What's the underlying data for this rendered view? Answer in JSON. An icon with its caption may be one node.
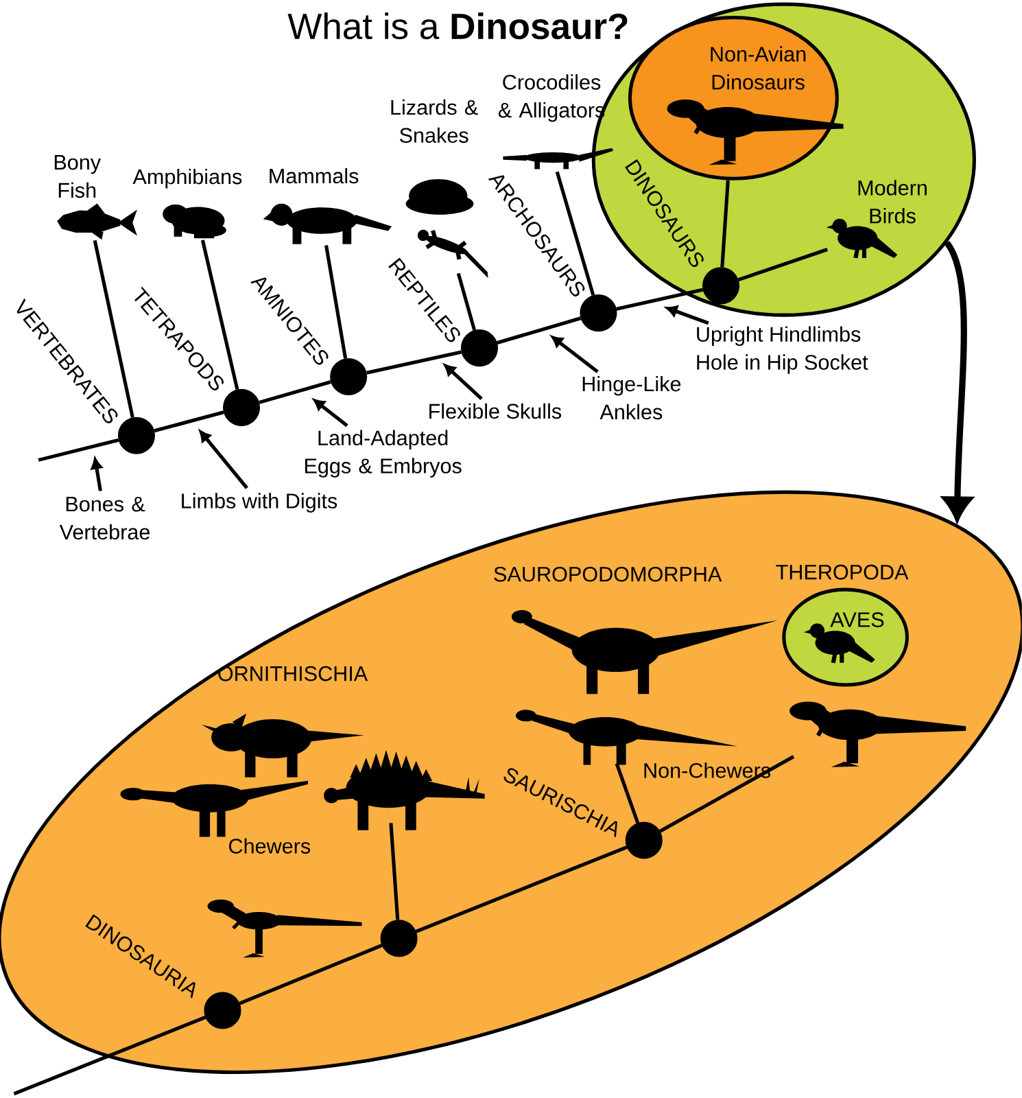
{
  "diagram": {
    "title": "What is a **Dinosaur?**",
    "nodes": [
      {
        "text": [],
        "shape": "picture",
        "beside": [
          "Bony Fish"
        ]
      },
      {
        "text": [],
        "shape": "picture",
        "beside": [
          "Amphibians"
        ]
      },
      {
        "text": [],
        "shape": "picture",
        "beside": [
          "Mammals"
        ]
      },
      {
        "text": [],
        "shape": "picture",
        "beside": [
          "Lizards & Snakes"
        ]
      },
      {
        "text": [],
        "shape": "picture",
        "beside": [
          "Crocodiles & Alligators"
        ]
      },
      {
        "text": [],
        "shape": "circle"
      },
      {
        "text": [
          "Non-Avian Dinosaurs"
        ],
        "in": 5
      },
      {
        "text": [],
        "shape": "picture",
        "in": 6
      },
      {
        "text": [],
        "shape": "picture",
        "in": 5,
        "beside": [
          "Modern Birds"
        ]
      },
      {
        "text": [],
        "shape": "circle",
        "beside": [
          "VERTEBRATES"
        ]
      },
      {
        "text": [],
        "shape": "circle",
        "beside": [
          "TETRAPODS"
        ]
      },
      {
        "text": [],
        "shape": "circle",
        "beside": [
          "AMNIOTES"
        ]
      },
      {
        "text": [],
        "shape": "circle",
        "beside": [
          "REPTILES"
        ]
      },
      {
        "text": [],
        "shape": "circle",
        "beside": [
          "ARCHOSAURS"
        ]
      },
      {
        "text": [],
        "shape": "circle",
        "in": 5,
        "beside": [
          "DINOSAURS"
        ]
      },
      {
        "text": [
          "Bones & Vertebrae"
        ]
      },
      {
        "text": [
          "Limbs with Digits"
        ]
      },
      {
        "text": [
          "Land-Adapted Eggs & Embryos"
        ]
      },
      {
        "text": [
          "Flexible Skulls"
        ]
      },
      {
        "text": [
          "Hinge-Like Ankles"
        ]
      },
      {
        "text": [
          "Upright Hindlimbs",
          "Hole in Hip Socket"
        ]
      },
      {
        "text": [],
        "shape": "ellipse"
      },
      {
        "text": [
          "AVES"
        ],
        "in": 21
      },
      {
        "text": [],
        "shape": "picture",
        "in": 21
      },
      {
        "text": [],
        "shape": "picture",
        "in": 21
      },
      {
        "text": [],
        "shape": "picture",
        "in": 21
      },
      {
        "text": [],
        "shape": "circle",
        "in": 21,
        "beside": [
          "DINOSAURIA"
        ]
      },
      {
        "text": [],
        "shape": "circle",
        "in": 21
      },
      {
        "text": [],
        "shape": "circle",
        "in": 21,
        "beside": [
          "SAURISCHIA"
        ]
      },
      {
        "text": [],
        "shape": "picture",
        "in": 21
      },
      {
        "text": [],
        "shape": "picture",
        "in": 21
      },
      {
        "text": [],
        "shape": "picture",
        "in": 21
      },
      {
        "text": [],
        "shape": "picture",
        "in": 21
      },
      {
        "text": [],
        "shape": "picture",
        "in": 22
      }
    ],
    "edges": [
      {
        "from": null,
        "to": 9,
        "arrow": "none"
      },
      {
        "from": 9,
        "to": 10,
        "arrow": "none"
      },
      {
        "from": 10,
        "to": 11,
        "arrow": "none"
      },
      {
        "from": 11,
        "to": 12,
        "arrow": "none"
      },
      {
        "from": 12,
        "to": 13,
        "arrow": "none"
      },
      {
        "from": 13,
        "to": 14,
        "arrow": "none"
      },
      {
        "from": 14,
        "to": 8,
        "arrow": "none"
      },
      {
        "from": 9,
        "to": 0,
        "arrow": "none"
      },
      {
        "from": 10,
        "to": 1,
        "arrow": "none"
      },
      {
        "from": 11,
        "to": 2,
        "arrow": "none"
      },
      {
        "from": 12,
        "to": 3,
        "arrow": "none"
      },
      {
        "from": 13,
        "to": 4,
        "arrow": "none"
      },
      {
        "from": 14,
        "to": 6,
        "arrow": "none"
      },
      {
        "from": 15,
        "to": null,
        "arrow": "to"
      },
      {
        "from": 16,
        "to": null,
        "arrow": "to"
      },
      {
        "from": 17,
        "to": null,
        "arrow": "to"
      },
      {
        "from": 18,
        "to": null,
        "arrow": "to"
      },
      {
        "from": 19,
        "to": null,
        "arrow": "to"
      },
      {
        "from": 20,
        "to": null,
        "arrow": "to"
      },
      {
        "from": 5,
        "to": 21,
        "arrow": "to",
        "style": "thick"
      },
      {
        "from": null,
        "to": 26,
        "arrow": "none"
      },
      {
        "from": 26,
        "to": 27,
        "arrow": "none"
      },
      {
        "from": 27,
        "to": 28,
        "arrow": "none"
      },
      {
        "from": 28,
        "to": 25,
        "arrow": "none"
      },
      {
        "from": 27,
        "to": 23,
        "arrow": "none"
      },
      {
        "from": 28,
        "to": 24,
        "arrow": "none"
      }
    ],
    "labels": [
      "SAUROPODOMORPHA",
      "THEROPODA",
      "ORNITHISCHIA",
      "Non-Chewers",
      "Chewers"
    ]
  }
}
